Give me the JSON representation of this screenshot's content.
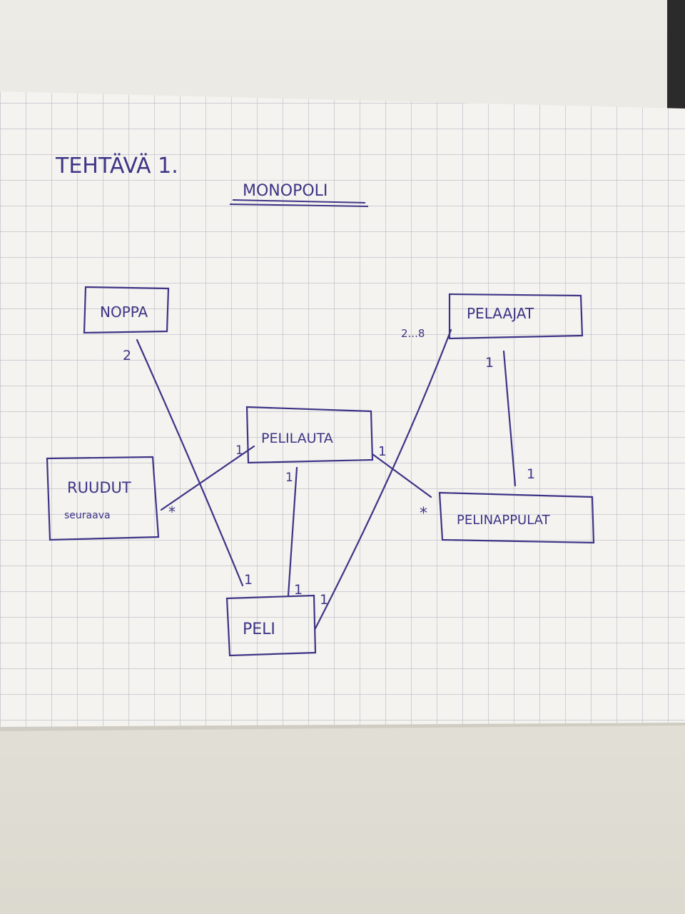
{
  "sheet": {
    "heading": "TEHTÄVÄ 1.",
    "title": "MONOPOLI"
  },
  "classes": {
    "noppa": {
      "name": "NOPPA"
    },
    "pelaajat": {
      "name": "PELAAJAT"
    },
    "pelilauta": {
      "name": "PELILAUTA"
    },
    "ruudut": {
      "name": "RUUDUT",
      "attribute": "seuraava"
    },
    "pelinappulat": {
      "name": "PELINAPPULAT"
    },
    "peli": {
      "name": "PELI"
    }
  },
  "multiplicities": {
    "noppa_end": "2",
    "peli_noppa_end": "1",
    "pelaajat_peli_end": "2...8",
    "peli_pelaajat_end": "1",
    "pelaajat_nappula_end": "1",
    "nappula_pelaajat_end": "1",
    "pelilauta_ruudut_end": "1",
    "ruudut_end": "*",
    "pelilauta_peli_end": "1",
    "peli_pelilauta_end": "1",
    "pelilauta_nappula_end": "1",
    "nappula_pelilauta_end": "*"
  },
  "colors": {
    "ink": "#3d3486",
    "paper": "#f4f3ef",
    "grid": "#b9b8c4"
  }
}
